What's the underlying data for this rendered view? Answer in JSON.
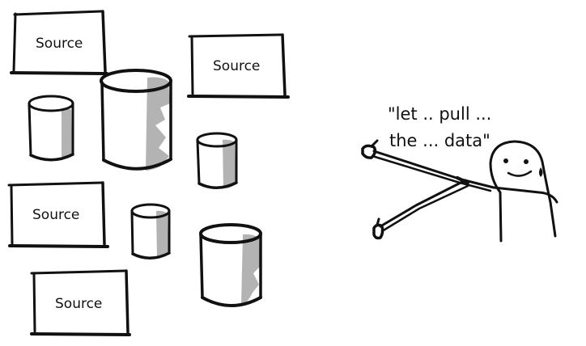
{
  "sources": [
    {
      "label": "Source"
    },
    {
      "label": "Source"
    },
    {
      "label": "Source"
    },
    {
      "label": "Source"
    }
  ],
  "speech": {
    "line1": "\"let .. pull  ...",
    "line2": "the ... data\""
  }
}
